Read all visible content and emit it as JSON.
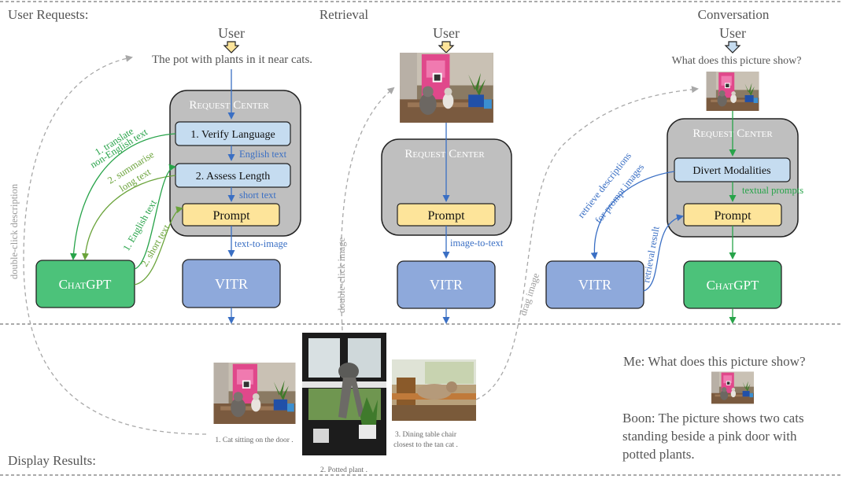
{
  "sections": {
    "user_requests": "User Requests:",
    "retrieval": "Retrieval",
    "conversation": "Conversation",
    "display_results": "Display Results:"
  },
  "user_label": "User",
  "requests": {
    "text_query": "The pot with plants in it near cats.",
    "question": "What does this picture show?"
  },
  "boxes": {
    "request_center": "Request Center",
    "verify_language": "1. Verify Language",
    "assess_length": "2. Assess Length",
    "prompt": "Prompt",
    "divert_modalities": "Divert Modalities",
    "chatgpt": "ChatGPT",
    "vitr": "VITR"
  },
  "labels": {
    "english_text": "English text",
    "short_text": "short text",
    "text_to_image": "text-to-image",
    "image_to_text": "image-to-text",
    "textual_prompts": "textual prompts",
    "translate_1": "1. translate",
    "translate_2": "non-English text",
    "summarise_1": "2. summarise",
    "summarise_2": "long text",
    "english_return": "1. English text",
    "short_return": "2. short text",
    "retrieve_1": "retrieve descriptions",
    "retrieve_2": "for prompt images",
    "retrieval_result": "retrieval result",
    "double_click_description": "double-click description",
    "double_click_image": "double-click image",
    "drag_image": "drag image"
  },
  "results": {
    "caption_1": "1. Cat sitting on the door .",
    "caption_2": "2. Potted plant .",
    "caption_3a": "3. Dining table chair",
    "caption_3b": "closest to the tan cat ."
  },
  "chat": {
    "me": "Me: What does this picture show?",
    "boon_1": "Boon: The picture shows two cats",
    "boon_2": "standing beside a pink door with",
    "boon_3": "potted plants."
  },
  "colors": {
    "blue_arrow": "#3a6fc4",
    "green_arrow": "#27a349",
    "olive_arrow": "#6aa33a",
    "dashed_gray": "#a8a8a8",
    "gray_box": "#bfbfbf",
    "light_blue_box": "#c5dcf0",
    "prompt_box": "#fde49a",
    "vitr_box": "#8ea9db",
    "chatgpt_box": "#4cc27a",
    "user_arrow_yellow": "#fde49a",
    "user_arrow_blue": "#c5dcf0"
  }
}
